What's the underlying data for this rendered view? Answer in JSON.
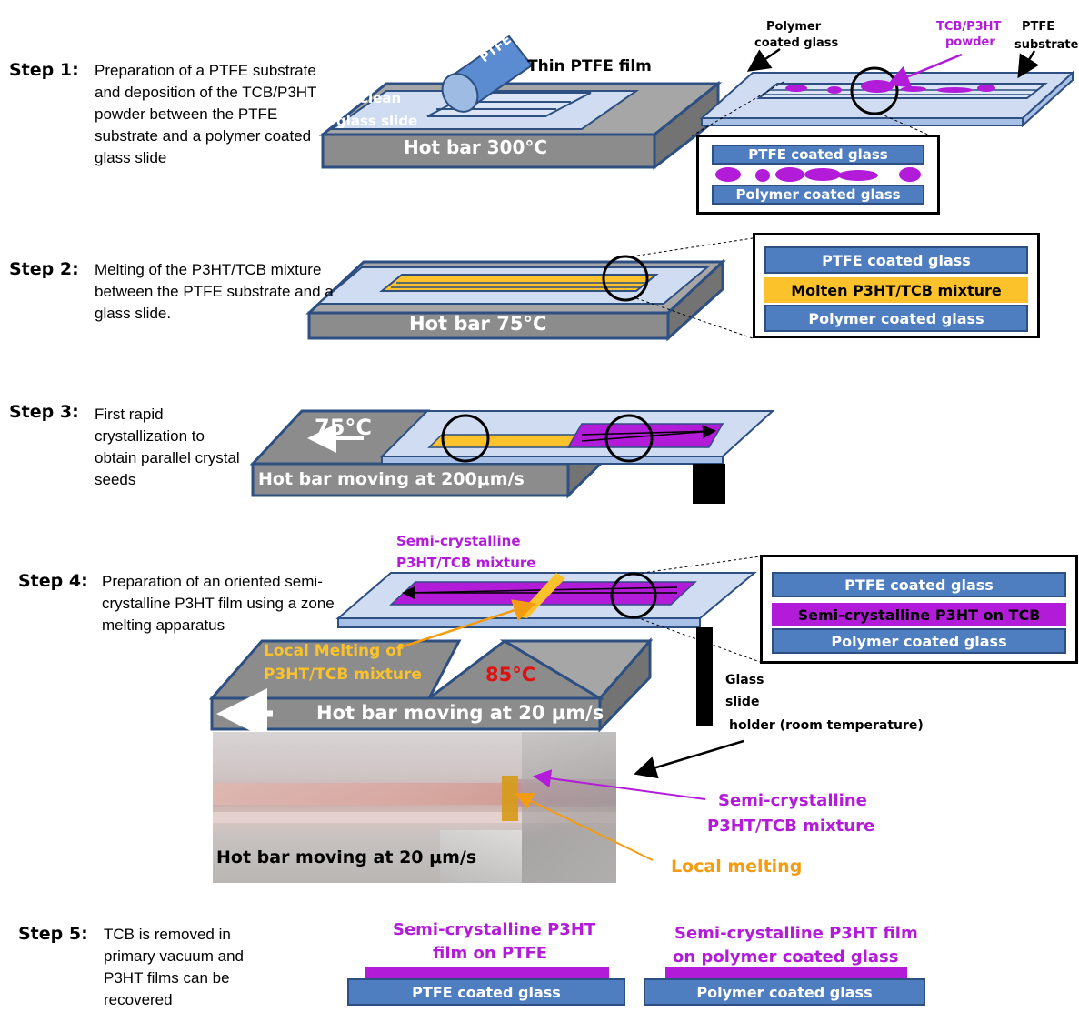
{
  "step1": {
    "title": "Step 1:",
    "desc": "Preparation of a PTFE substrate and deposition of the TCB/P3HT powder between the PTFE substrate and a polymer coated glass slide",
    "roller_label": "PTFE",
    "film_label": "Thin PTFE film",
    "slide_label_1": "Clean",
    "slide_label_2": "glass slide",
    "bar_label": "Hot bar 300°C",
    "callout_polymer_1": "Polymer",
    "callout_polymer_2": "coated glass",
    "callout_powder_1": "TCB/P3HT",
    "callout_powder_2": "powder",
    "callout_ptfe_1": "PTFE",
    "callout_ptfe_2": "substrate",
    "inset_top": "PTFE coated glass",
    "inset_bottom": "Polymer coated glass"
  },
  "step2": {
    "title": "Step 2:",
    "desc": "Melting of the  P3HT/TCB mixture between the PTFE substrate and a glass slide.",
    "bar_label": "Hot bar 75°C",
    "inset_top": "PTFE coated glass",
    "inset_middle": "Molten P3HT/TCB mixture",
    "inset_bottom": "Polymer coated glass"
  },
  "step3": {
    "title": "Step 3:",
    "desc": "First rapid crystallization to obtain parallel crystal seeds",
    "temp": "75°C",
    "bar_label": "Hot bar moving at 200μm/s"
  },
  "step4": {
    "title": "Step 4:",
    "desc": "Preparation  of an oriented semi-crystalline P3HT film using a zone melting apparatus",
    "top_label_1": "Semi-crystalline",
    "top_label_2": "P3HT/TCB mixture",
    "melt_label_1": "Local Melting of",
    "melt_label_2": "P3HT/TCB mixture",
    "temp": "85°C",
    "bar_label": "Hot bar moving at 20 μm/s",
    "holder_1": "Glass",
    "holder_2": "slide",
    "holder_3": "holder (room temperature)",
    "inset_top": "PTFE coated glass",
    "inset_middle": "Semi-crystalline  P3HT on TCB",
    "inset_bottom": "Polymer coated glass",
    "photo_caption": "Hot bar moving at 20 μm/s",
    "photo_label_semi_1": "Semi-crystalline",
    "photo_label_semi_2": "P3HT/TCB mixture",
    "photo_label_melt": "Local  melting"
  },
  "step5": {
    "title": "Step 5:",
    "desc": "TCB is removed in primary vacuum and P3HT films can be recovered",
    "left_label_1": "Semi-crystalline  P3HT",
    "left_label_2": "film on PTFE",
    "left_layer": "PTFE coated glass",
    "right_label_1": "Semi-crystalline  P3HT film",
    "right_label_2": "on polymer  coated  glass",
    "right_layer": "Polymer coated glass"
  },
  "colors": {
    "blue_layer": "#4f7ec0",
    "glass": "#cfdcf2",
    "hot_bar": "#8c8c8c",
    "molten": "#fbc22b",
    "purple": "#b21cd9",
    "orange_text": "#f39c12",
    "red_temp": "#e01010"
  }
}
